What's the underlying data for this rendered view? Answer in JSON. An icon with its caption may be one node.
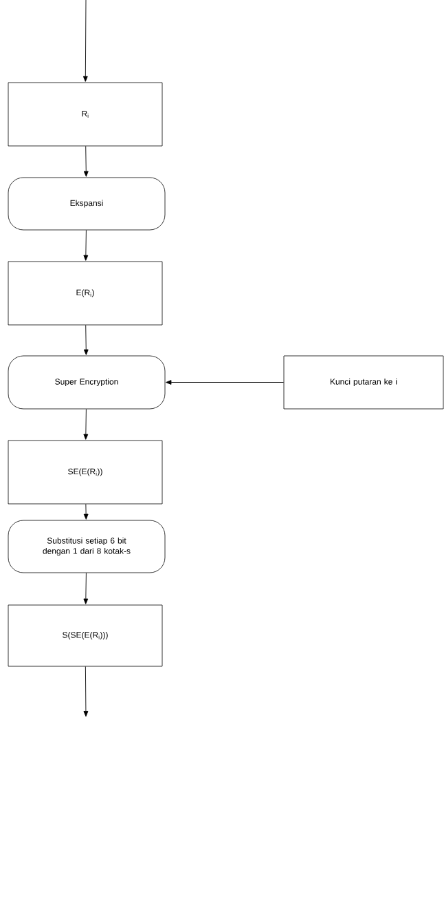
{
  "diagram": {
    "nodes": [
      {
        "text": [
          "R$_{i}$"
        ]
      },
      {
        "text": [
          "Ekspansi"
        ]
      },
      {
        "text": [
          "E(R$_{i}$)"
        ]
      },
      {
        "text": [
          "Super Encryption"
        ]
      },
      {
        "text": [
          "Kunci putaran ke i"
        ]
      },
      {
        "text": [
          "SE(E(R$_{i}$))"
        ]
      },
      {
        "text": [
          "Substitusi setiap 6 bit dengan 1 dari 8 kotak-s"
        ]
      },
      {
        "text": [
          "S(SE(E(R$_{i}$)))"
        ]
      }
    ],
    "edges": [
      {
        "from": null,
        "to": 0,
        "arrow": "to"
      },
      {
        "from": 0,
        "to": 1,
        "arrow": "to"
      },
      {
        "from": 1,
        "to": 2,
        "arrow": "to"
      },
      {
        "from": 2,
        "to": 3,
        "arrow": "to"
      },
      {
        "from": 4,
        "to": 3,
        "arrow": "to"
      },
      {
        "from": 3,
        "to": 5,
        "arrow": "to"
      },
      {
        "from": 5,
        "to": 6,
        "arrow": "to"
      },
      {
        "from": 6,
        "to": 7,
        "arrow": "to"
      },
      {
        "from": 7,
        "to": null,
        "arrow": "to"
      }
    ]
  }
}
